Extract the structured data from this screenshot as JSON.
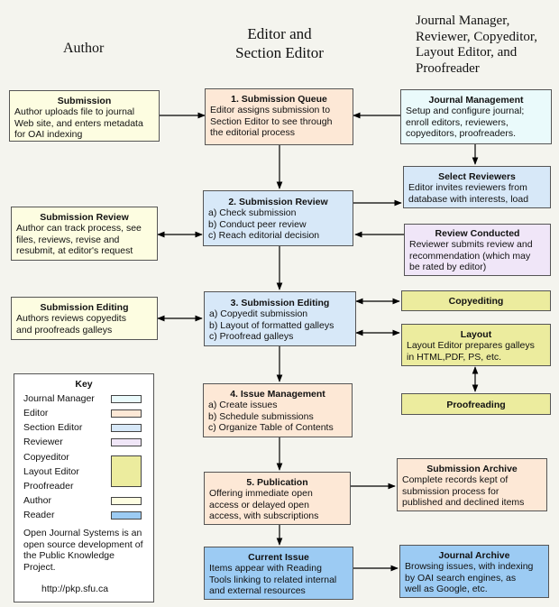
{
  "headers": {
    "author": "Author",
    "editor_lines": [
      "Editor and",
      "Section Editor"
    ],
    "jm_lines": [
      "Journal Manager,",
      "Reviewer, Copyeditor,",
      "Layout Editor, and",
      "Proofreader"
    ]
  },
  "boxes": {
    "submission": {
      "title": "Submission",
      "lines": [
        "Author uploads file to journal",
        "Web site, and enters metadata",
        "for OAI indexing"
      ]
    },
    "submission_queue": {
      "title": "1. Submission Queue",
      "lines": [
        "Editor assigns submission to",
        "Section Editor to see through",
        "the editorial process"
      ]
    },
    "journal_management": {
      "title": "Journal Management",
      "lines": [
        "Setup and configure journal;",
        "enroll editors, reviewers,",
        "copyeditors, proofreaders."
      ]
    },
    "select_reviewers": {
      "title": "Select Reviewers",
      "lines": [
        "Editor invites reviewers from",
        "database with interests, load"
      ]
    },
    "submission_review": {
      "title": "2. Submission Review",
      "lines": [
        "a) Check submission",
        "b) Conduct peer review",
        "c) Reach editorial decision"
      ]
    },
    "author_review": {
      "title": "Submission Review",
      "lines": [
        "Author can track process, see",
        "files, reviews, revise and",
        "resubmit, at editor's request"
      ]
    },
    "review_conducted": {
      "title": "Review Conducted",
      "lines": [
        "Reviewer submits review and",
        "recommendation (which may",
        "be rated by editor)"
      ]
    },
    "author_editing": {
      "title": "Submission Editing",
      "lines": [
        "Authors reviews copyedits",
        "and proofreads galleys"
      ]
    },
    "submission_editing": {
      "title": "3. Submission Editing",
      "lines": [
        "a) Copyedit submission",
        "b) Layout of formatted galleys",
        "c) Proofread galleys"
      ]
    },
    "copyediting": {
      "title": "Copyediting"
    },
    "layout": {
      "title": "Layout",
      "lines": [
        "Layout Editor prepares galleys",
        "in HTML,PDF, PS, etc."
      ]
    },
    "issue_management": {
      "title": "4. Issue Management",
      "lines": [
        "a) Create issues",
        "b) Schedule submissions",
        "c) Organize Table of Contents"
      ]
    },
    "proofreading": {
      "title": "Proofreading"
    },
    "publication": {
      "title": "5. Publication",
      "lines": [
        "Offering immediate open",
        "access or delayed open",
        "access, with subscriptions"
      ]
    },
    "submission_archive": {
      "title": "Submission Archive",
      "lines": [
        "Complete records kept of",
        "submission process for",
        "published and declined items"
      ]
    },
    "current_issue": {
      "title": "Current Issue",
      "lines": [
        "Items appear with Reading",
        "Tools linking to related internal",
        "and external resources"
      ]
    },
    "journal_archive": {
      "title": "Journal Archive",
      "lines": [
        "Browsing issues, with indexing",
        "by OAI search engines, as",
        "well as Google, etc."
      ]
    }
  },
  "key": {
    "title": "Key",
    "items": [
      {
        "label": "Journal Manager",
        "color": "#eafafb"
      },
      {
        "label": "Editor",
        "color": "#fde8d6"
      },
      {
        "label": "Section Editor",
        "color": "#d7e8f8"
      },
      {
        "label": "Reviewer",
        "color": "#f0e6f8"
      },
      {
        "label": "Copyeditor",
        "color": "#ecec9e"
      },
      {
        "label": "Layout Editor",
        "color": ""
      },
      {
        "label": "Proofreader",
        "color": ""
      },
      {
        "label": "Author",
        "color": "#fdfde1"
      },
      {
        "label": "Reader",
        "color": "#9ccbf3"
      }
    ],
    "note_lines": [
      "Open Journal Systems is an",
      "open source development of",
      "the Public Knowledge",
      "Project."
    ],
    "url": "http://pkp.sfu.ca"
  }
}
